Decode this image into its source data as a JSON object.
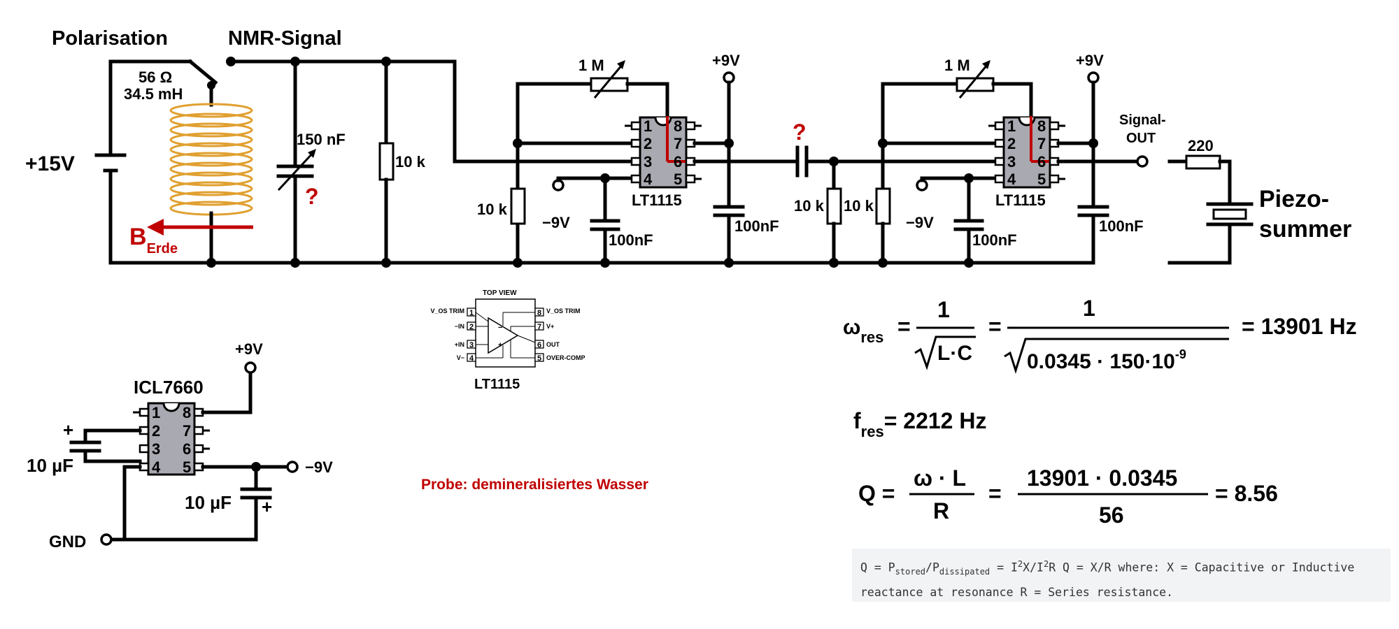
{
  "labels": {
    "polarisation": "Polarisation",
    "nmr_signal": "NMR-Signal",
    "coil_r": "56 Ω",
    "coil_l": "34.5 mH",
    "plus15v": "+15V",
    "b_main": "B",
    "b_sub": "Erde",
    "cap_var": "150 nF",
    "question": "?",
    "r10k": "10 k",
    "r1m": "1 M",
    "plus9v": "+9V",
    "minus9v": "−9V",
    "c100nf": "100nF",
    "lt1115": "LT1115",
    "signal_out_1": "Signal-",
    "signal_out_2": "OUT",
    "r220": "220",
    "piezo_1": "Piezo-",
    "piezo_2": "summer",
    "icl7660": "ICL7660",
    "c10uf": "10 µF",
    "plus": "+",
    "gnd": "GND",
    "minus9v_b": "−9V",
    "probe": "Probe: demineralisiertes Wasser"
  },
  "pins": [
    "1",
    "2",
    "3",
    "4",
    "5",
    "6",
    "7",
    "8"
  ],
  "pinout": {
    "top_view": "TOP VIEW",
    "left": [
      "V_OS TRIM",
      "−IN",
      "+IN",
      "V−"
    ],
    "right": [
      "V_OS TRIM",
      "V+",
      "OUT",
      "OVER-COMP"
    ],
    "caption": "LT1115"
  },
  "equations": {
    "omega": "ω",
    "omega_sub": "res",
    "eq": "=",
    "one": "1",
    "lc": "L·C",
    "denom2": "0.0345 · 150·10",
    "exp": "-9",
    "omega_result": "= 13901 Hz",
    "f": "f",
    "f_sub": "res",
    "f_result": "= 2212 Hz",
    "q": "Q =",
    "q_num": "ω · L",
    "q_den": "R",
    "q_num2": "13901 · 0.0345",
    "q_den2": "56",
    "q_result": "= 8.56"
  },
  "note": {
    "line1a": "Q = P",
    "line1b": "stored",
    "line1c": "/P",
    "line1d": "dissipated",
    "line1e": " = I",
    "line1f": "2",
    "line1g": "X/I",
    "line1h": "2",
    "line1i": "R Q = X/R where: X = Capacitive or Inductive",
    "line2": "reactance at resonance R = Series resistance."
  },
  "colors": {
    "coil": "#e0a030",
    "accent_red": "#c00000",
    "ic_body": "#a9a9b1",
    "note_bg": "#f2f3f5"
  }
}
